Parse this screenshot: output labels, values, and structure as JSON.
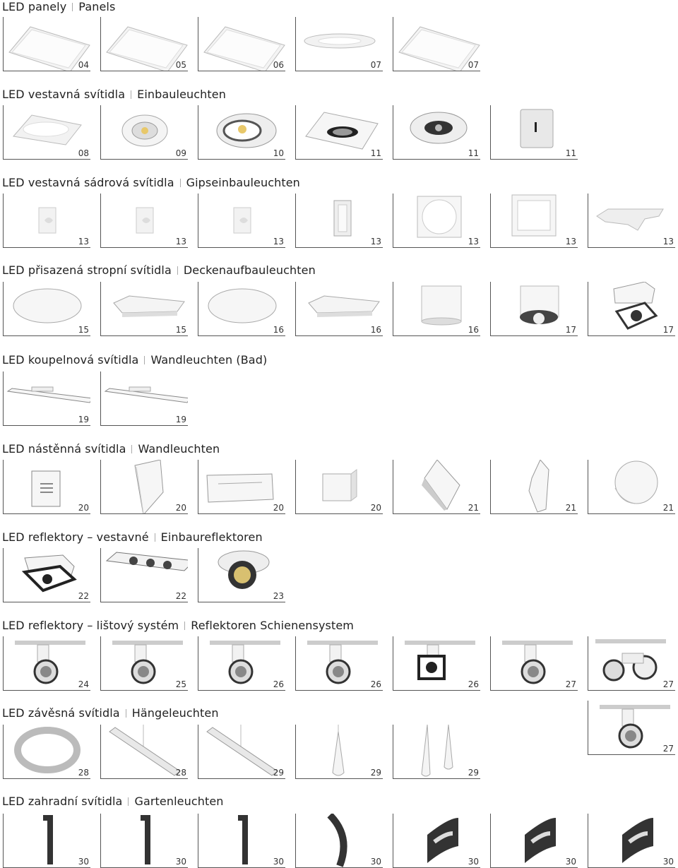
{
  "sections": [
    {
      "cz": "LED panely",
      "de": "Panels",
      "items": [
        {
          "page": "04",
          "icon": "square-panel-icon"
        },
        {
          "page": "05",
          "icon": "square-panel-icon"
        },
        {
          "page": "06",
          "icon": "square-panel-icon"
        },
        {
          "page": "07",
          "icon": "round-panel-icon"
        },
        {
          "page": "07",
          "icon": "square-panel-icon"
        }
      ]
    },
    {
      "cz": "LED vestavná svítidla",
      "de": "Einbauleuchten",
      "items": [
        {
          "page": "08",
          "icon": "recessed-panel-icon"
        },
        {
          "page": "09",
          "icon": "downlight-icon"
        },
        {
          "page": "10",
          "icon": "tilted-downlight-icon"
        },
        {
          "page": "11",
          "icon": "square-downlight-icon"
        },
        {
          "page": "11",
          "icon": "gimbal-downlight-icon"
        },
        {
          "page": "11",
          "icon": "wall-marker-icon"
        }
      ]
    },
    {
      "cz": "LED vestavná sádrová svítidla",
      "de": "Gipseinbauleuchten",
      "items": [
        {
          "page": "13",
          "icon": "plaster-light-icon"
        },
        {
          "page": "13",
          "icon": "plaster-light-icon"
        },
        {
          "page": "13",
          "icon": "plaster-light-icon"
        },
        {
          "page": "13",
          "icon": "plaster-slot-icon"
        },
        {
          "page": "13",
          "icon": "plaster-round-icon"
        },
        {
          "page": "13",
          "icon": "plaster-square-icon"
        },
        {
          "page": "13",
          "icon": "plaster-profile-icon"
        }
      ]
    },
    {
      "cz": "LED přisazená stropní svítidla",
      "de": "Deckenaufbauleuchten",
      "items": [
        {
          "page": "15",
          "icon": "ceiling-round-icon"
        },
        {
          "page": "15",
          "icon": "ceiling-square-icon"
        },
        {
          "page": "16",
          "icon": "ceiling-round-icon"
        },
        {
          "page": "16",
          "icon": "ceiling-square-icon"
        },
        {
          "page": "16",
          "icon": "cylinder-icon"
        },
        {
          "page": "17",
          "icon": "cylinder-spot-icon"
        },
        {
          "page": "17",
          "icon": "surface-spot-icon"
        }
      ]
    },
    {
      "cz": "LED koupelnová svítidla",
      "de": "Wandleuchten (Bad)",
      "items": [
        {
          "page": "19",
          "icon": "bath-bar-icon"
        },
        {
          "page": "19",
          "icon": "bath-bar-icon"
        }
      ]
    },
    {
      "cz": "LED nástěnná svítidla",
      "de": "Wandleuchten",
      "items": [
        {
          "page": "20",
          "icon": "wall-vent-icon"
        },
        {
          "page": "20",
          "icon": "wall-fold-icon"
        },
        {
          "page": "20",
          "icon": "wall-rect-icon"
        },
        {
          "page": "20",
          "icon": "wall-cube-icon"
        },
        {
          "page": "21",
          "icon": "wall-plate-icon"
        },
        {
          "page": "21",
          "icon": "wall-slim-icon"
        },
        {
          "page": "21",
          "icon": "wall-disc-icon"
        }
      ]
    },
    {
      "cz": "LED reflektory – vestavné",
      "de": "Einbaureflektoren",
      "items": [
        {
          "page": "22",
          "icon": "recessed-spot-icon"
        },
        {
          "page": "22",
          "icon": "triple-spot-icon"
        },
        {
          "page": "23",
          "icon": "round-spot-icon"
        }
      ]
    },
    {
      "cz": "LED reflektory – lištový systém",
      "de": "Reflektoren Schienensystem",
      "items": [
        {
          "page": "24",
          "icon": "track-spot-icon"
        },
        {
          "page": "25",
          "icon": "track-spot-icon"
        },
        {
          "page": "26",
          "icon": "track-spot-icon"
        },
        {
          "page": "26",
          "icon": "track-spot-icon"
        },
        {
          "page": "26",
          "icon": "track-square-spot-icon"
        },
        {
          "page": "27",
          "icon": "track-spot-icon"
        },
        {
          "page": "27",
          "icon": "track-double-spot-icon"
        }
      ]
    },
    {
      "cz": "LED závěsná svítidla",
      "de": "Hängeleuchten",
      "items": [
        {
          "page": "28",
          "icon": "pendant-ring-icon"
        },
        {
          "page": "28",
          "icon": "pendant-linear-icon"
        },
        {
          "page": "29",
          "icon": "pendant-linear-icon"
        },
        {
          "page": "29",
          "icon": "pendant-cone-icon"
        },
        {
          "page": "29",
          "icon": "pendant-cone-pair-icon"
        }
      ]
    },
    {
      "cz": "LED zahradní svítidla",
      "de": "Gartenleuchten",
      "items": [
        {
          "page": "30",
          "icon": "bollard-icon"
        },
        {
          "page": "30",
          "icon": "bollard-icon"
        },
        {
          "page": "30",
          "icon": "bollard-icon"
        },
        {
          "page": "30",
          "icon": "curved-bollard-icon"
        },
        {
          "page": "30",
          "icon": "garden-wall-icon"
        },
        {
          "page": "30",
          "icon": "garden-wall-icon"
        },
        {
          "page": "30",
          "icon": "garden-wall-icon"
        }
      ]
    }
  ],
  "extra": {
    "page": "27",
    "icon": "track-spot-icon"
  }
}
